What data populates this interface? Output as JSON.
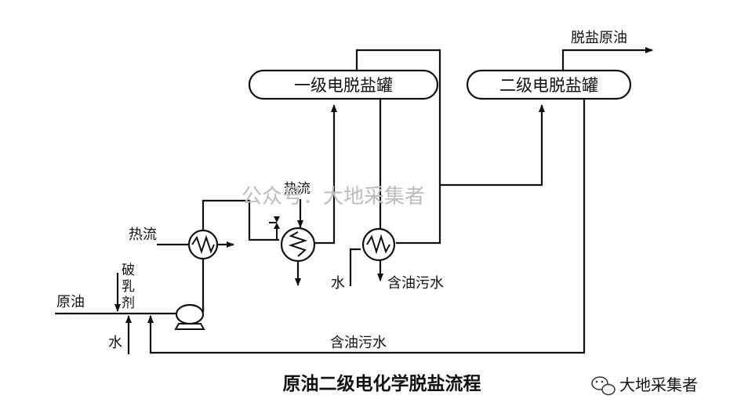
{
  "caption": "原油二级电化学脱盐流程",
  "vessels": {
    "first_stage": "一级电脱盐罐",
    "second_stage": "二级电脱盐罐"
  },
  "streams": {
    "crude_oil": "原油",
    "desalted_crude": "脱盐原油",
    "demulsifier": [
      "破",
      "乳",
      "剂"
    ],
    "water_inlet": "水",
    "water_stage2": "水",
    "hot_stream_1": "热流",
    "hot_stream_2": "热流",
    "oily_wastewater_1": "含油污水",
    "oily_wastewater_2": "含油污水"
  },
  "watermark": "公众号：大地采集者",
  "footer_brand": "大地采集者",
  "colors": {
    "line": "#111111",
    "watermark": "#bdbdbd"
  }
}
